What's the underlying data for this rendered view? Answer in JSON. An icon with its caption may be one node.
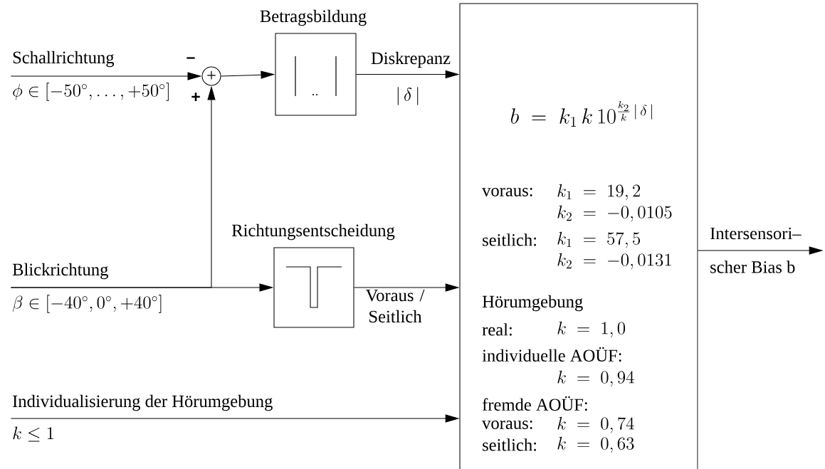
{
  "diagram": {
    "nodes": [
      {
        "text": [
          "Schallrichtung",
          "\\phi \\in [-50^\\circ, \\ldots, +50^\\circ]"
        ]
      },
      {
        "text": [
          "+"
        ],
        "beside": [
          "–",
          "+"
        ]
      },
      {
        "text": [
          "Betragsbildung"
        ]
      },
      {
        "text": [
          "b \\;=\\; k_1\\,k\\,10^{\\frac{k_2}{k}\\,|\\,\\delta\\,|}",
          "voraus:",
          "k_1 \\;=\\; 19,2",
          "k_2 \\;=\\; -0,0105",
          "seitlich:",
          "k_1 \\;=\\; 57,5",
          "k_2 \\;=\\; -0,0131",
          "Hörumgebung",
          "real:",
          "k \\;=\\; 1,0",
          "individuelle AOÜF:",
          "k \\;=\\; 0,94",
          "fremde AOÜF:",
          "voraus:",
          "k \\;=\\; 0,74",
          "seitlich:",
          "k \\;=\\; 0,63"
        ]
      },
      {
        "text": [
          "Blickrichtung",
          "\\beta \\in [-40^\\circ, 0^\\circ, +40^\\circ]"
        ]
      },
      {
        "text": [
          "Richtungsentscheidung"
        ]
      },
      {
        "text": [
          "Individualisierung der Hörumgebung",
          "k \\leq 1"
        ]
      },
      {
        "text": [
          "Intersensori–",
          "scher Bias b"
        ]
      }
    ],
    "edges": [
      {
        "from": 0,
        "to": 1,
        "arrow": "to"
      },
      {
        "from": 1,
        "to": 2,
        "arrow": "to"
      },
      {
        "from": 2,
        "to": 3,
        "arrow": "to",
        "label": "Diskrepanz"
      },
      {
        "from": 4,
        "to": 5,
        "arrow": "to"
      },
      {
        "from": 4,
        "to": 1,
        "arrow": "to"
      },
      {
        "from": 5,
        "to": 3,
        "arrow": "to",
        "label": "Voraus / Seitlich"
      },
      {
        "from": 6,
        "to": 3,
        "arrow": "to"
      },
      {
        "from": 3,
        "to": 7,
        "arrow": "to"
      }
    ],
    "labels": [
      "|\\,\\delta\\,|"
    ]
  }
}
